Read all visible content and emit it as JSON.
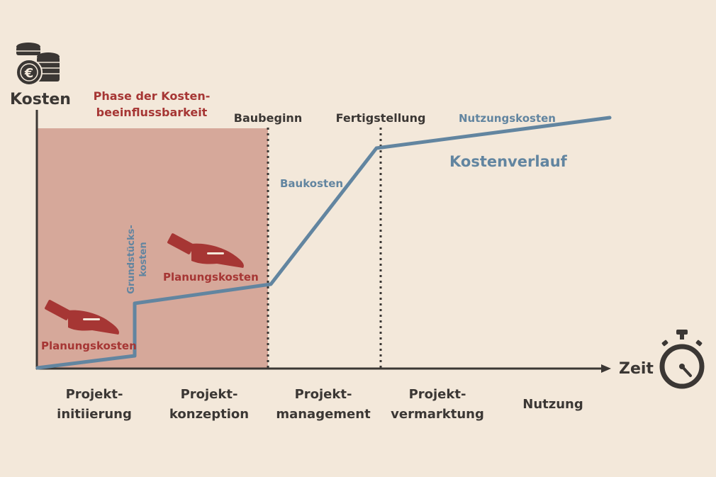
{
  "axis": {
    "y_label": "Kosten",
    "x_label": "Zeit",
    "y_icon": "euro-coins-icon",
    "x_icon": "stopwatch-icon"
  },
  "region": {
    "label_line1": "Phase der Kosten-",
    "label_line2": "beeinflussbarkeit"
  },
  "milestones": {
    "baubeginn": "Baubeginn",
    "fertigstellung": "Fertigstellung"
  },
  "curve": {
    "name": "Kostenverlauf",
    "labels": {
      "planungskosten_1": "Planungskosten",
      "grundstueck_line1": "Grundstücks-",
      "grundstueck_line2": "kosten",
      "planungskosten_2": "Planungskosten",
      "baukosten": "Baukosten",
      "nutzungskosten": "Nutzungskosten"
    }
  },
  "phases": [
    {
      "line1": "Projekt-",
      "line2": "initiierung"
    },
    {
      "line1": "Projekt-",
      "line2": "konzeption"
    },
    {
      "line1": "Projekt-",
      "line2": "management"
    },
    {
      "line1": "Projekt-",
      "line2": "vermarktung"
    },
    {
      "line1": "Nutzung",
      "line2": ""
    }
  ],
  "icons": {
    "hand_1": "hand-giving-money-icon",
    "hand_2": "hand-giving-money-icon"
  },
  "colors": {
    "background": "#f3e8da",
    "region_fill": "#d6a89a",
    "curve": "#6285a0",
    "red": "#a63634",
    "dark": "#3b3734"
  }
}
